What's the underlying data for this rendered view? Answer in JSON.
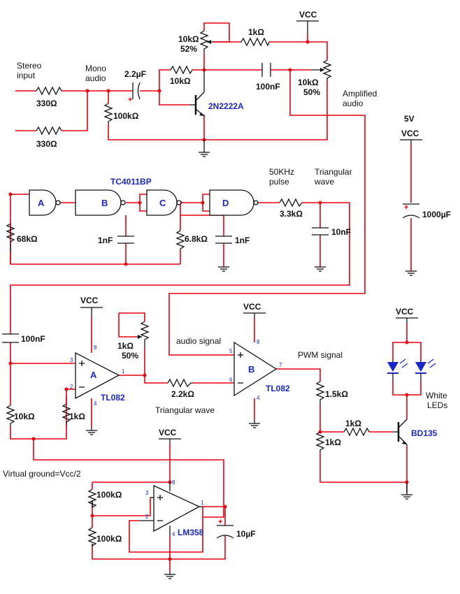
{
  "inputs": {
    "stereo_label_1": "Stereo",
    "stereo_label_2": "input",
    "mono_label_1": "Mono",
    "mono_label_2": "audio",
    "r_in_1": "330Ω",
    "r_in_2": "330Ω"
  },
  "preamp": {
    "cap_in": "2.2µF",
    "pot_top": "10kΩ",
    "pot_top_pct": "52%",
    "r_series": "1kΩ",
    "r_bias": "10kΩ",
    "r_shunt": "100kΩ",
    "transistor": "2N2222A",
    "cap_out": "100nF",
    "pot_out": "10kΩ",
    "pot_out_pct": "50%",
    "amplified_1": "Amplified",
    "amplified_2": "audio",
    "vcc": "VCC"
  },
  "supply": {
    "voltage": "5V",
    "vcc": "VCC",
    "cap": "1000µF"
  },
  "oscillator": {
    "chip": "TC4011BP",
    "gate_a": "A",
    "gate_b": "B",
    "gate_c": "C",
    "gate_d": "D",
    "r1": "68kΩ",
    "c1": "1nF",
    "r2": "6.8kΩ",
    "c2": "1nF",
    "pulse_1": "50KHz",
    "pulse_2": "pulse",
    "tri_1": "Triangular",
    "tri_2": "wave",
    "r3": "3.3kΩ",
    "c3": "10nF"
  },
  "comparator": {
    "cap_in": "100nF",
    "vcc_a": "VCC",
    "pot": "1kΩ",
    "pot_pct": "50%",
    "opamp_a": "A",
    "opamp_a_part": "TL082",
    "r_div1": "10kΩ",
    "r_div2": "1kΩ",
    "r_tri": "2.2kΩ",
    "triangular_wave": "Triangular wave",
    "audio_signal": "audio signal",
    "vcc_b": "VCC",
    "opamp_b": "B",
    "opamp_b_part": "TL082",
    "pwm_signal": "PWM signal",
    "pins": {
      "p3": "3",
      "p2": "2",
      "p8": "8",
      "p4": "4",
      "p1": "1",
      "p5": "5",
      "p6": "6",
      "p7": "7",
      "p8b": "8",
      "p4b": "4"
    }
  },
  "driver": {
    "vcc": "VCC",
    "r1": "1.5kΩ",
    "r2": "1kΩ",
    "r3": "1kΩ",
    "transistor": "BD135",
    "leds_1": "White",
    "leds_2": "LEDs"
  },
  "vground": {
    "label": "Virtual ground=Vcc/2",
    "vcc": "VCC",
    "r1": "100kΩ",
    "r2": "100kΩ",
    "opamp": "LM358",
    "cap": "10µF",
    "pins": {
      "p3": "3",
      "p2": "2",
      "p8": "8",
      "p4": "4",
      "p1": "1"
    }
  },
  "colors": {
    "wire": "#e8000f",
    "component": "#111111",
    "part_label": "#1a27c8"
  }
}
